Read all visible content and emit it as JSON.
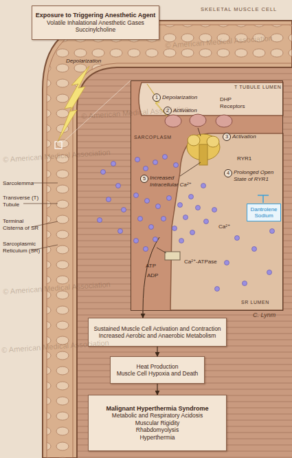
{
  "diagram": {
    "nodes": [
      {
        "text": [
          "Exposure to Triggering Anesthetic Agent",
          "Volatile Inhalational Anesthetic Gases",
          "Succinylcholine"
        ]
      },
      {
        "text": [
          "T TUBULE LUMEN",
          "SARCOPLASM",
          "SR LUMEN"
        ]
      },
      {
        "text": [
          "Dantrolene Sodium"
        ],
        "in": 1
      },
      {
        "text": [
          "Sustained Muscle Cell Activation and Contraction",
          "Increased Aerobic and Anaerobic Metabolism"
        ]
      },
      {
        "text": [
          "Heat Production",
          "Muscle Cell Hypoxia and Death"
        ]
      },
      {
        "text": [
          "Malignant Hyperthermia Syndrome",
          "Metabolic and Respiratory Acidosis",
          "Muscular Rigidity",
          "Rhabdomyolysis",
          "Hyperthermia"
        ]
      }
    ],
    "edges": [
      {
        "from": 1,
        "to": 3,
        "arrow": "to"
      },
      {
        "from": 3,
        "to": 4,
        "arrow": "to"
      },
      {
        "from": 4,
        "to": 5,
        "arrow": "to"
      }
    ],
    "labels": [
      "SKELETAL MUSCLE CELL",
      "Depolarization",
      "Sarcolemma",
      "Transverse (T) Tubule",
      "Terminal Cisterna of SR",
      "Sarcoplasmic Reticulum (SR)",
      "1",
      "Depolarization",
      "2",
      "Activation",
      "DHP Receptors",
      "3",
      "Activation",
      "RYR1",
      "4",
      "Prolonged Open State of RYR1",
      "5",
      "Increased Intracellular Ca²⁺",
      "Ca²⁺",
      "ATP",
      "ADP",
      "Ca²⁺-ATPase",
      "C. Lynm",
      "© American Medical Association",
      "© American Medical Association",
      "© American Medical Association",
      "© American Medical Association",
      "© American Medical Association"
    ]
  }
}
